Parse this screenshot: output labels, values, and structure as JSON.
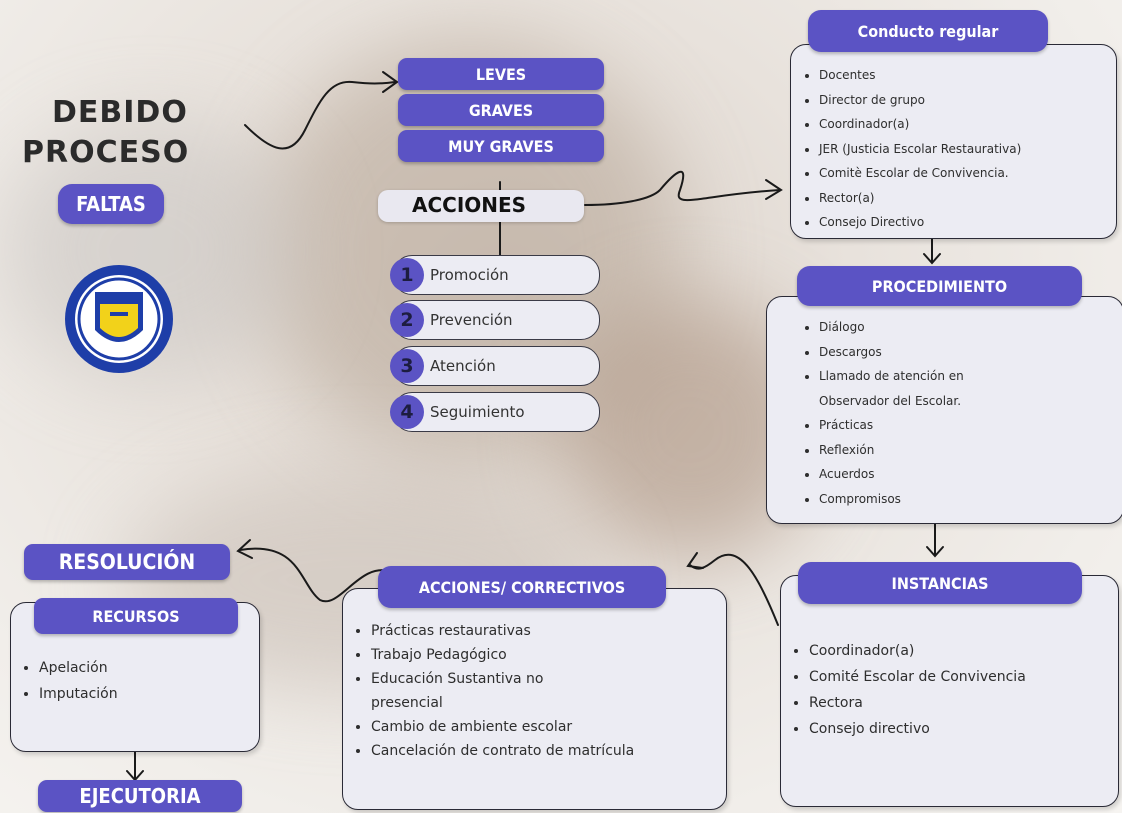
{
  "title": {
    "line1": "DEBIDO",
    "line2": "PROCESO",
    "badge": "FALTAS"
  },
  "severity": [
    "LEVES",
    "GRAVES",
    "MUY GRAVES"
  ],
  "acciones_label": "ACCIONES",
  "steps": [
    {
      "num": "1",
      "label": "Promoción"
    },
    {
      "num": "2",
      "label": "Prevención"
    },
    {
      "num": "3",
      "label": "Atención"
    },
    {
      "num": "4",
      "label": "Seguimiento"
    }
  ],
  "conducto": {
    "title": "Conducto regular",
    "items": [
      "Docentes",
      "Director de grupo",
      "Coordinador(a)",
      "JER (Justicia Escolar Restaurativa)",
      "Comitè Escolar de Convivencia.",
      "Rector(a)",
      "Consejo Directivo"
    ]
  },
  "procedimiento": {
    "title": "PROCEDIMIENTO",
    "items": [
      "Diálogo",
      "Descargos",
      "Llamado de atención en Observador del Escolar.",
      "Prácticas",
      "Reflexión",
      "Acuerdos",
      "Compromisos"
    ]
  },
  "instancias": {
    "title": "INSTANCIAS",
    "items": [
      "Coordinador(a)",
      "Comité Escolar de Convivencia",
      "Rectora",
      "Consejo directivo"
    ]
  },
  "correctivos": {
    "title": "ACCIONES/ CORRECTIVOS",
    "items": [
      "Prácticas restaurativas",
      "Trabajo Pedagógico",
      "Educación Sustantiva no presencial",
      "Cambio de ambiente escolar",
      "Cancelación de contrato de matrícula"
    ]
  },
  "resolucion": "RESOLUCIÓN",
  "recursos": {
    "title": "RECURSOS",
    "items": [
      "Apelación",
      "Imputación"
    ]
  },
  "ejecutoria": "EJECUTORIA",
  "colors": {
    "accent": "#5b53c4",
    "card": "#ececf3",
    "logo_blue": "#1e3ea8",
    "logo_yellow": "#f2d21a"
  }
}
